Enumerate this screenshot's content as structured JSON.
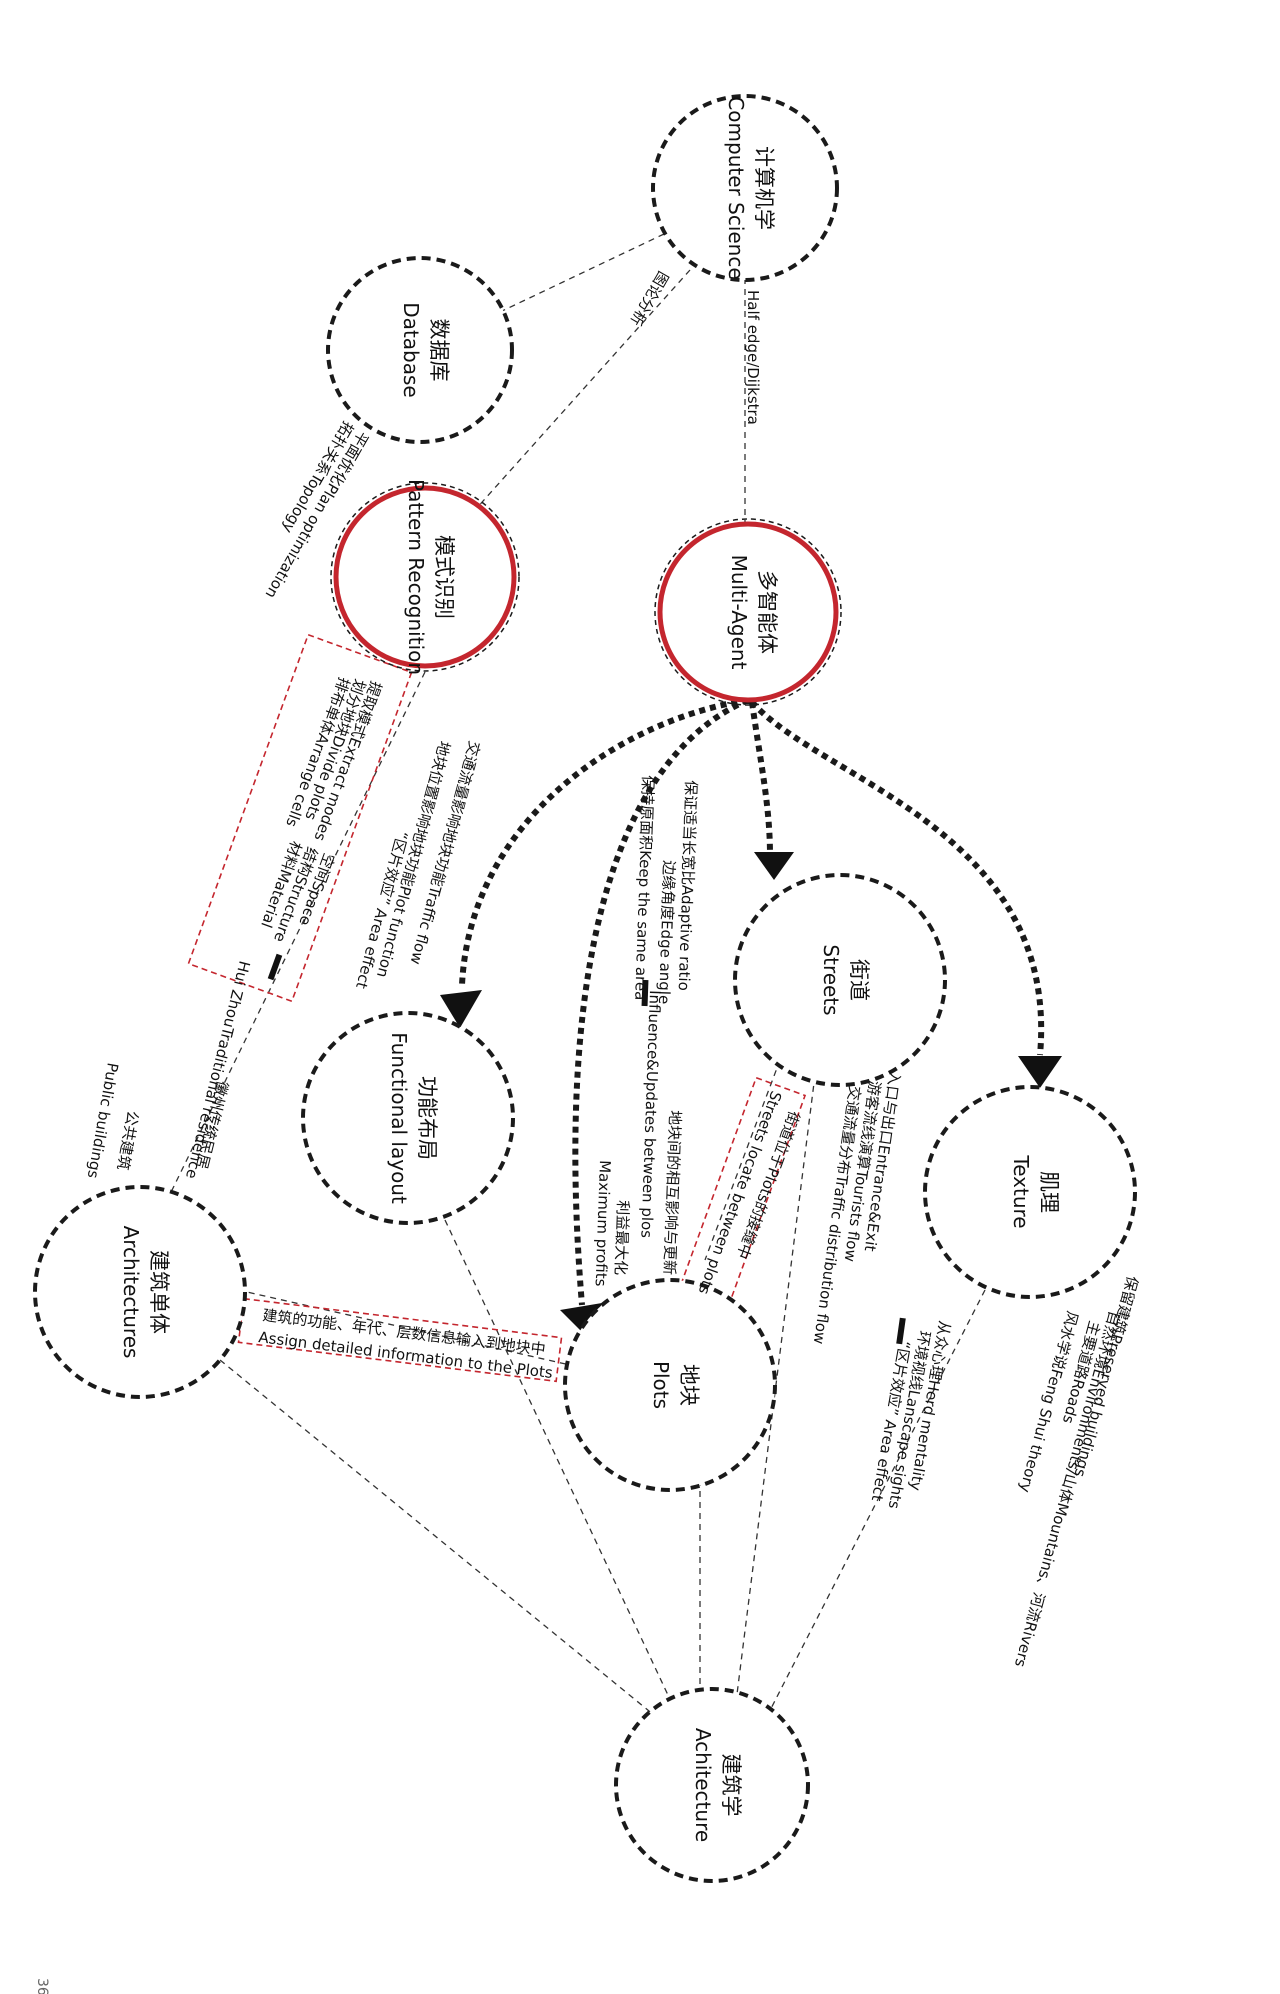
{
  "nodes": {
    "computer_science": {
      "cn": "计算机学",
      "en": "Computer Science"
    },
    "database": {
      "cn": "数据库",
      "en": "Database"
    },
    "pattern_recognition": {
      "cn": "模式识别",
      "en": "Pattern Recognition"
    },
    "multi_agent": {
      "cn": "多智能体",
      "en": "Multi-Agent"
    },
    "streets": {
      "cn": "街道",
      "en": "Streets"
    },
    "texture": {
      "cn": "肌理",
      "en": "Texture"
    },
    "functional_layout": {
      "cn": "功能布局",
      "en": "Functional layout"
    },
    "plots": {
      "cn": "地块",
      "en": "Plots"
    },
    "architectures": {
      "cn": "建筑单体",
      "en": "Architectures"
    },
    "architecture": {
      "cn": "建筑学",
      "en": "Achitecture"
    }
  },
  "labels": {
    "half_edge": "Half edge/Dijkstra",
    "graph_theory": "图论分析",
    "plan_opt": "平面优化Plan optimization",
    "topology": "拓扑关系Topology",
    "extract_modes": "提取模式Extract modes",
    "divide_plots": "划分地块Divide plots",
    "arrange_cells": "排布单体Arrange cells",
    "space": "空间Space",
    "structure": "结构Structure",
    "material": "材料Material",
    "huizhou_cn": "徽州传统民居",
    "huizhou_en": "Hui ZhouTraditional residence",
    "public_cn": "公共建筑",
    "public_en": "Public buildings",
    "traffic_flow": "交通流量影响地块功能Traffic flow",
    "plot_function": "地块位置影响地块功能Plot function",
    "area_effect_1": "“区片效应” Area effect",
    "adaptive_ratio": "保证适当长宽比Adaptive ratio",
    "edge_angle": "边缘角度Edge angle",
    "same_area": "保持原面积Keep the same area",
    "influence_1": "地块间的相互影响与更新",
    "influence_2": "Influence&Updates between plos",
    "max_profit_cn": "利益最大化",
    "max_profit_en": "Maximum profits",
    "streets_locate": "街道位于Plots的接缝中",
    "streets_locate_en": "Streets locate between plots",
    "entrance_exit": "入口与出口Entrance&Exit",
    "tourists_flow": "游客流线演算Tourists flow",
    "traffic_dist": "交通流量分布Traffic distribution flow",
    "herd_mentality": "从众心理Herd mentality",
    "landscape": "环境视线Lanscape sights",
    "area_effect_2": "“区片效应” Area effect",
    "preserved": "保留建筑Preserved buildings",
    "environments": "自然环境Environments/山体Mountains、河流Rivers",
    "roads": "主要道路Roads",
    "feng_shui": "风水学说Feng Shui theory",
    "assign_cn": "建筑的功能、年代、层数信息输入到地块中",
    "assign_en": "Assign detailed information to the Plots"
  },
  "page_number": "36",
  "colors": {
    "ink": "#1a1a1a",
    "highlight": "#c4262e"
  }
}
